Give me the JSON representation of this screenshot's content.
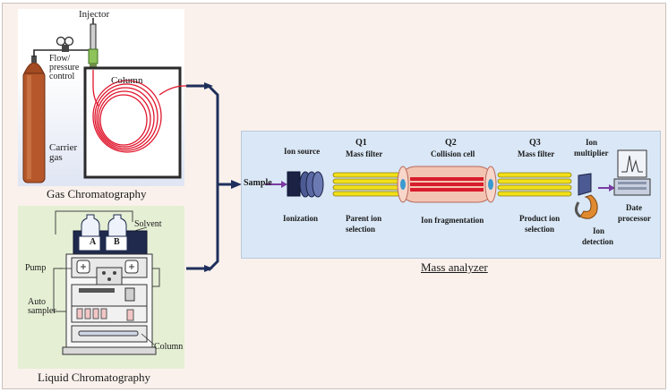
{
  "gc": {
    "injector": "Injector",
    "flow_line1": "Flow/",
    "flow_line2": "pressure",
    "flow_line3": "control",
    "column": "Column",
    "carrier_line1": "Carrier",
    "carrier_line2": "gas",
    "title": "Gas Chromatography"
  },
  "lc": {
    "solvent": "Solvent",
    "bottle_a": "A",
    "bottle_b": "B",
    "pump": "Pump",
    "autosampler_line1": "Auto",
    "autosampler_line2": "sampler",
    "column": "Column",
    "title": "Liquid Chromatography"
  },
  "ms": {
    "sample": "Sample",
    "ion_source": "Ion source",
    "ionization": "Ionization",
    "q1": "Q1",
    "mass_filter_1": "Mass filter",
    "parent_line1": "Parent ion",
    "parent_line2": "selection",
    "q2": "Q2",
    "collision_cell": "Collision cell",
    "ion_fragmentation": "Ion fragmentation",
    "q3": "Q3",
    "mass_filter_3": "Mass filter",
    "product_line1": "Product ion",
    "product_line2": "selection",
    "ion_mult_line1": "Ion",
    "ion_mult_line2": "multiplier",
    "ion_det_line1": "Ion",
    "ion_det_line2": "detection",
    "data_line1": "Date",
    "data_line2": "processor",
    "title": "Mass analyzer"
  },
  "colors": {
    "arrow": "#1f2f5c",
    "column_coil": "#e0142b",
    "rod": "#f2e019",
    "collision_cell": "#f3c4b2",
    "ion_beam": "#d81c2c",
    "ion_source": "#35406e"
  }
}
